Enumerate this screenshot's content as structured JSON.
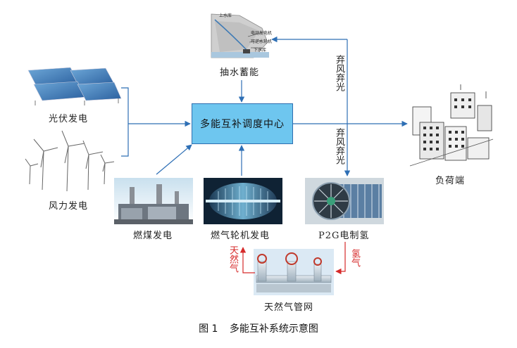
{
  "center": {
    "label": "多能互补调度中心"
  },
  "nodes": {
    "pumped_storage": "抽水蓄能",
    "pumped_upper": "上水库",
    "pumped_machine1": "电动发电机",
    "pumped_machine2": "可逆水轮机",
    "pumped_lower": "下水库",
    "pv": "光伏发电",
    "wind": "风力发电",
    "coal": "燃煤发电",
    "gas_turbine": "燃气轮机发电",
    "p2g": "P2G电制氢",
    "load": "负荷端",
    "gas_network": "天然气管网"
  },
  "edge_labels": {
    "curtail_top": "弃风弃光",
    "curtail_bottom": "弃风弃光",
    "natural_gas": "天然气",
    "hydrogen": "氢气"
  },
  "caption": {
    "fig": "图 1",
    "title": "多能互补系统示意图"
  },
  "colors": {
    "flow": "#2e6fb5",
    "gas": "#d62a2a",
    "center_fill": "#6ec6ef"
  }
}
